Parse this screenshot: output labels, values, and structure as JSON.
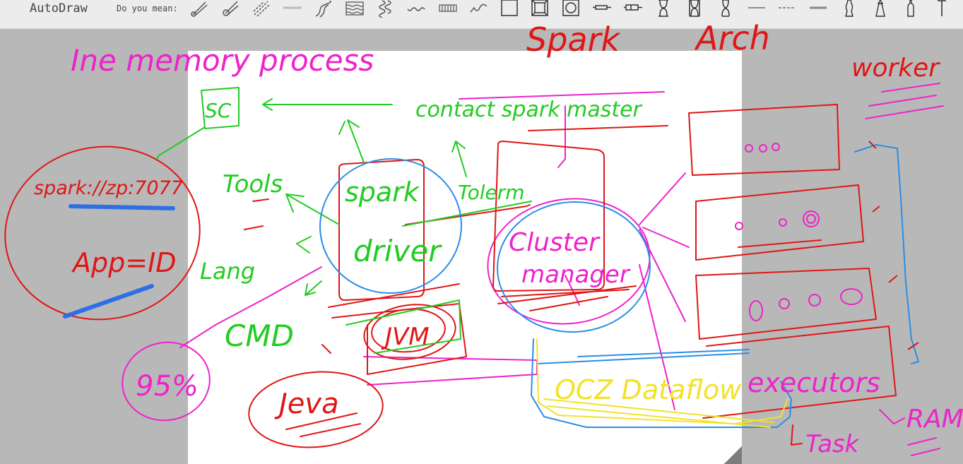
{
  "app": {
    "title": "AutoDraw"
  },
  "toolbar": {
    "suggestion_label": "Do you mean:",
    "suggestions": [
      "comet-icon",
      "comet-icon",
      "meteor-icon",
      "pencil-stroke-icon",
      "road-icon",
      "water-waves-icon",
      "squiggle-icon",
      "grass-icon",
      "grid-band-icon",
      "line-scribble-icon",
      "square-icon",
      "square-frame-icon",
      "circle-frame-icon",
      "pen-icon",
      "syringe-icon",
      "hourglass-icon",
      "hourglass-icon",
      "hourglass-icon",
      "dash-line-icon",
      "dashed-line-icon",
      "thick-line-icon",
      "chess-piece-icon",
      "lighthouse-icon",
      "bottle-icon",
      "nail-icon"
    ]
  },
  "colors": {
    "background": "#b8b8b8",
    "paper": "#ffffff",
    "toolbar": "#ececec",
    "ink_red": "#e01616",
    "ink_magenta": "#ee22cc",
    "ink_green": "#22cc22",
    "ink_blue": "#2a8ee6",
    "ink_blue_marker": "#2f6fe6",
    "ink_yellow": "#f2e22a"
  },
  "handwriting": {
    "title_left": "Ine memory process",
    "title_spark": "Spark",
    "title_arch": "Arch",
    "worker": "worker",
    "sc_box": "SC",
    "context_master": "contact spark master",
    "spark_url": "spark://zp:7077",
    "app_id": "App=ID",
    "tools": "Tools",
    "lang": "Lang",
    "cmd": "CMD",
    "spark_driver_1": "spark",
    "spark_driver_2": "driver",
    "tolerm": "Tolerm",
    "cluster_1": "Cluster",
    "cluster_2": "manager",
    "jvm": "JVM",
    "java": "Jeva",
    "pct": "95%",
    "ocz": "OCZ Dataflow",
    "executors": "executors",
    "task": "Task",
    "ram": "RAM"
  }
}
